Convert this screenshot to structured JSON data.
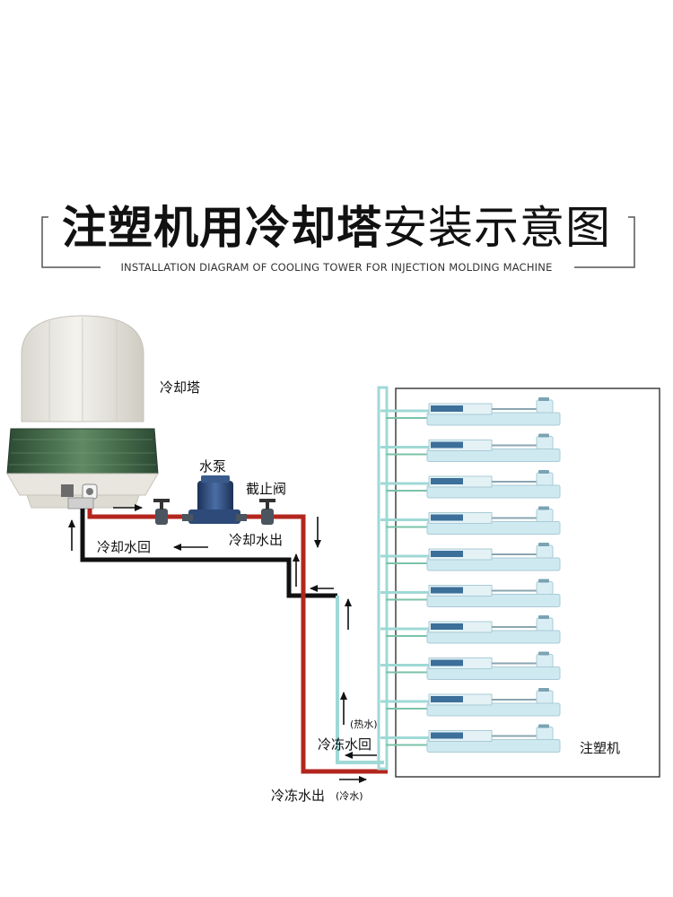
{
  "title": {
    "bold_part": "注塑机用冷却塔",
    "light_part": "安装示意图"
  },
  "subtitle": "INSTALLATION DIAGRAM OF COOLING TOWER FOR INJECTION MOLDING MACHINE",
  "labels": {
    "cooling_tower": "冷却塔",
    "pump": "水泵",
    "valve": "截止阀",
    "cooling_return": "冷却水回",
    "cooling_out": "冷却水出",
    "chilled_return": "冷冻水回",
    "hot_water": "(热水)",
    "chilled_out": "冷冻水出",
    "cold_water": "(冷水)",
    "injection_machine": "注塑机"
  },
  "colors": {
    "hot_pipe": "#b3261e",
    "return_pipe": "#111111",
    "chilled_pipe": "#9fd9d6",
    "machine_body": "#cfe9f0",
    "tower_body": "#eceae4",
    "tower_band": "#3f6b48",
    "pump": "#2d4a78"
  },
  "machine_count": 10
}
